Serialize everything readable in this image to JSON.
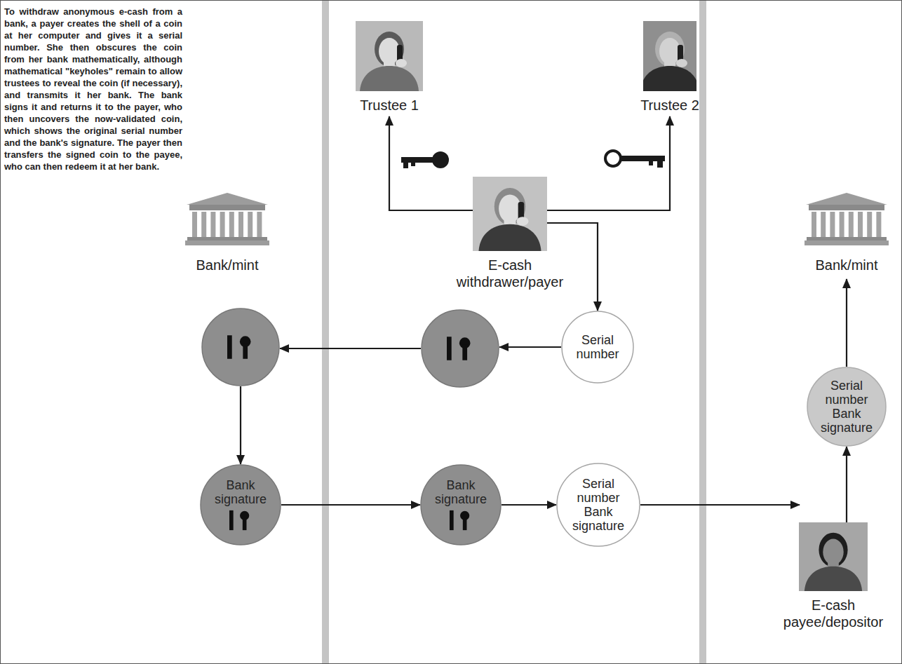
{
  "diagram": {
    "caption": "To withdraw anonymous e-cash from a bank, a payer creates the shell of a coin at her computer and gives it a serial number. She then obscures the coin from her bank mathematically, although mathematical \"keyholes\" remain to allow trustees to reveal the coin (if necessary), and transmits it her bank. The bank signs it and returns it to the payer, who then uncovers the now-validated coin, which shows the original serial number and the bank's signature. The payer then transfers the signed coin to the payee, who can then redeem it at her bank.",
    "nodes": [
      {
        "text": [
          "Trustee 1"
        ]
      },
      {
        "text": [
          "Trustee 2"
        ]
      },
      {
        "text": [
          "Bank/mint"
        ]
      },
      {
        "text": [
          "E-cash withdrawer/payer"
        ]
      },
      {
        "text": [
          "Bank/mint"
        ]
      },
      {
        "text": [
          "Serial number"
        ]
      },
      {
        "text": []
      },
      {
        "text": []
      },
      {
        "text": [
          "Bank signature"
        ]
      },
      {
        "text": [
          "Bank signature"
        ]
      },
      {
        "text": [
          "Serial number",
          "Bank signature"
        ]
      },
      {
        "text": [
          "Serial number",
          "Bank signature"
        ]
      },
      {
        "text": [
          "E-cash payee/depositor"
        ]
      }
    ],
    "edges": [
      {
        "from": 3,
        "to": 0,
        "arrow": "to"
      },
      {
        "from": 3,
        "to": 1,
        "arrow": "to"
      },
      {
        "from": 3,
        "to": 5,
        "arrow": "to"
      },
      {
        "from": 5,
        "to": 6,
        "arrow": "to"
      },
      {
        "from": 6,
        "to": 7,
        "arrow": "to"
      },
      {
        "from": 7,
        "to": 8,
        "arrow": "to"
      },
      {
        "from": 8,
        "to": 9,
        "arrow": "to"
      },
      {
        "from": 9,
        "to": 10,
        "arrow": "to"
      },
      {
        "from": 10,
        "to": 12,
        "arrow": "to"
      },
      {
        "from": 12,
        "to": 11,
        "arrow": "to"
      },
      {
        "from": 11,
        "to": 4,
        "arrow": "to"
      }
    ]
  }
}
